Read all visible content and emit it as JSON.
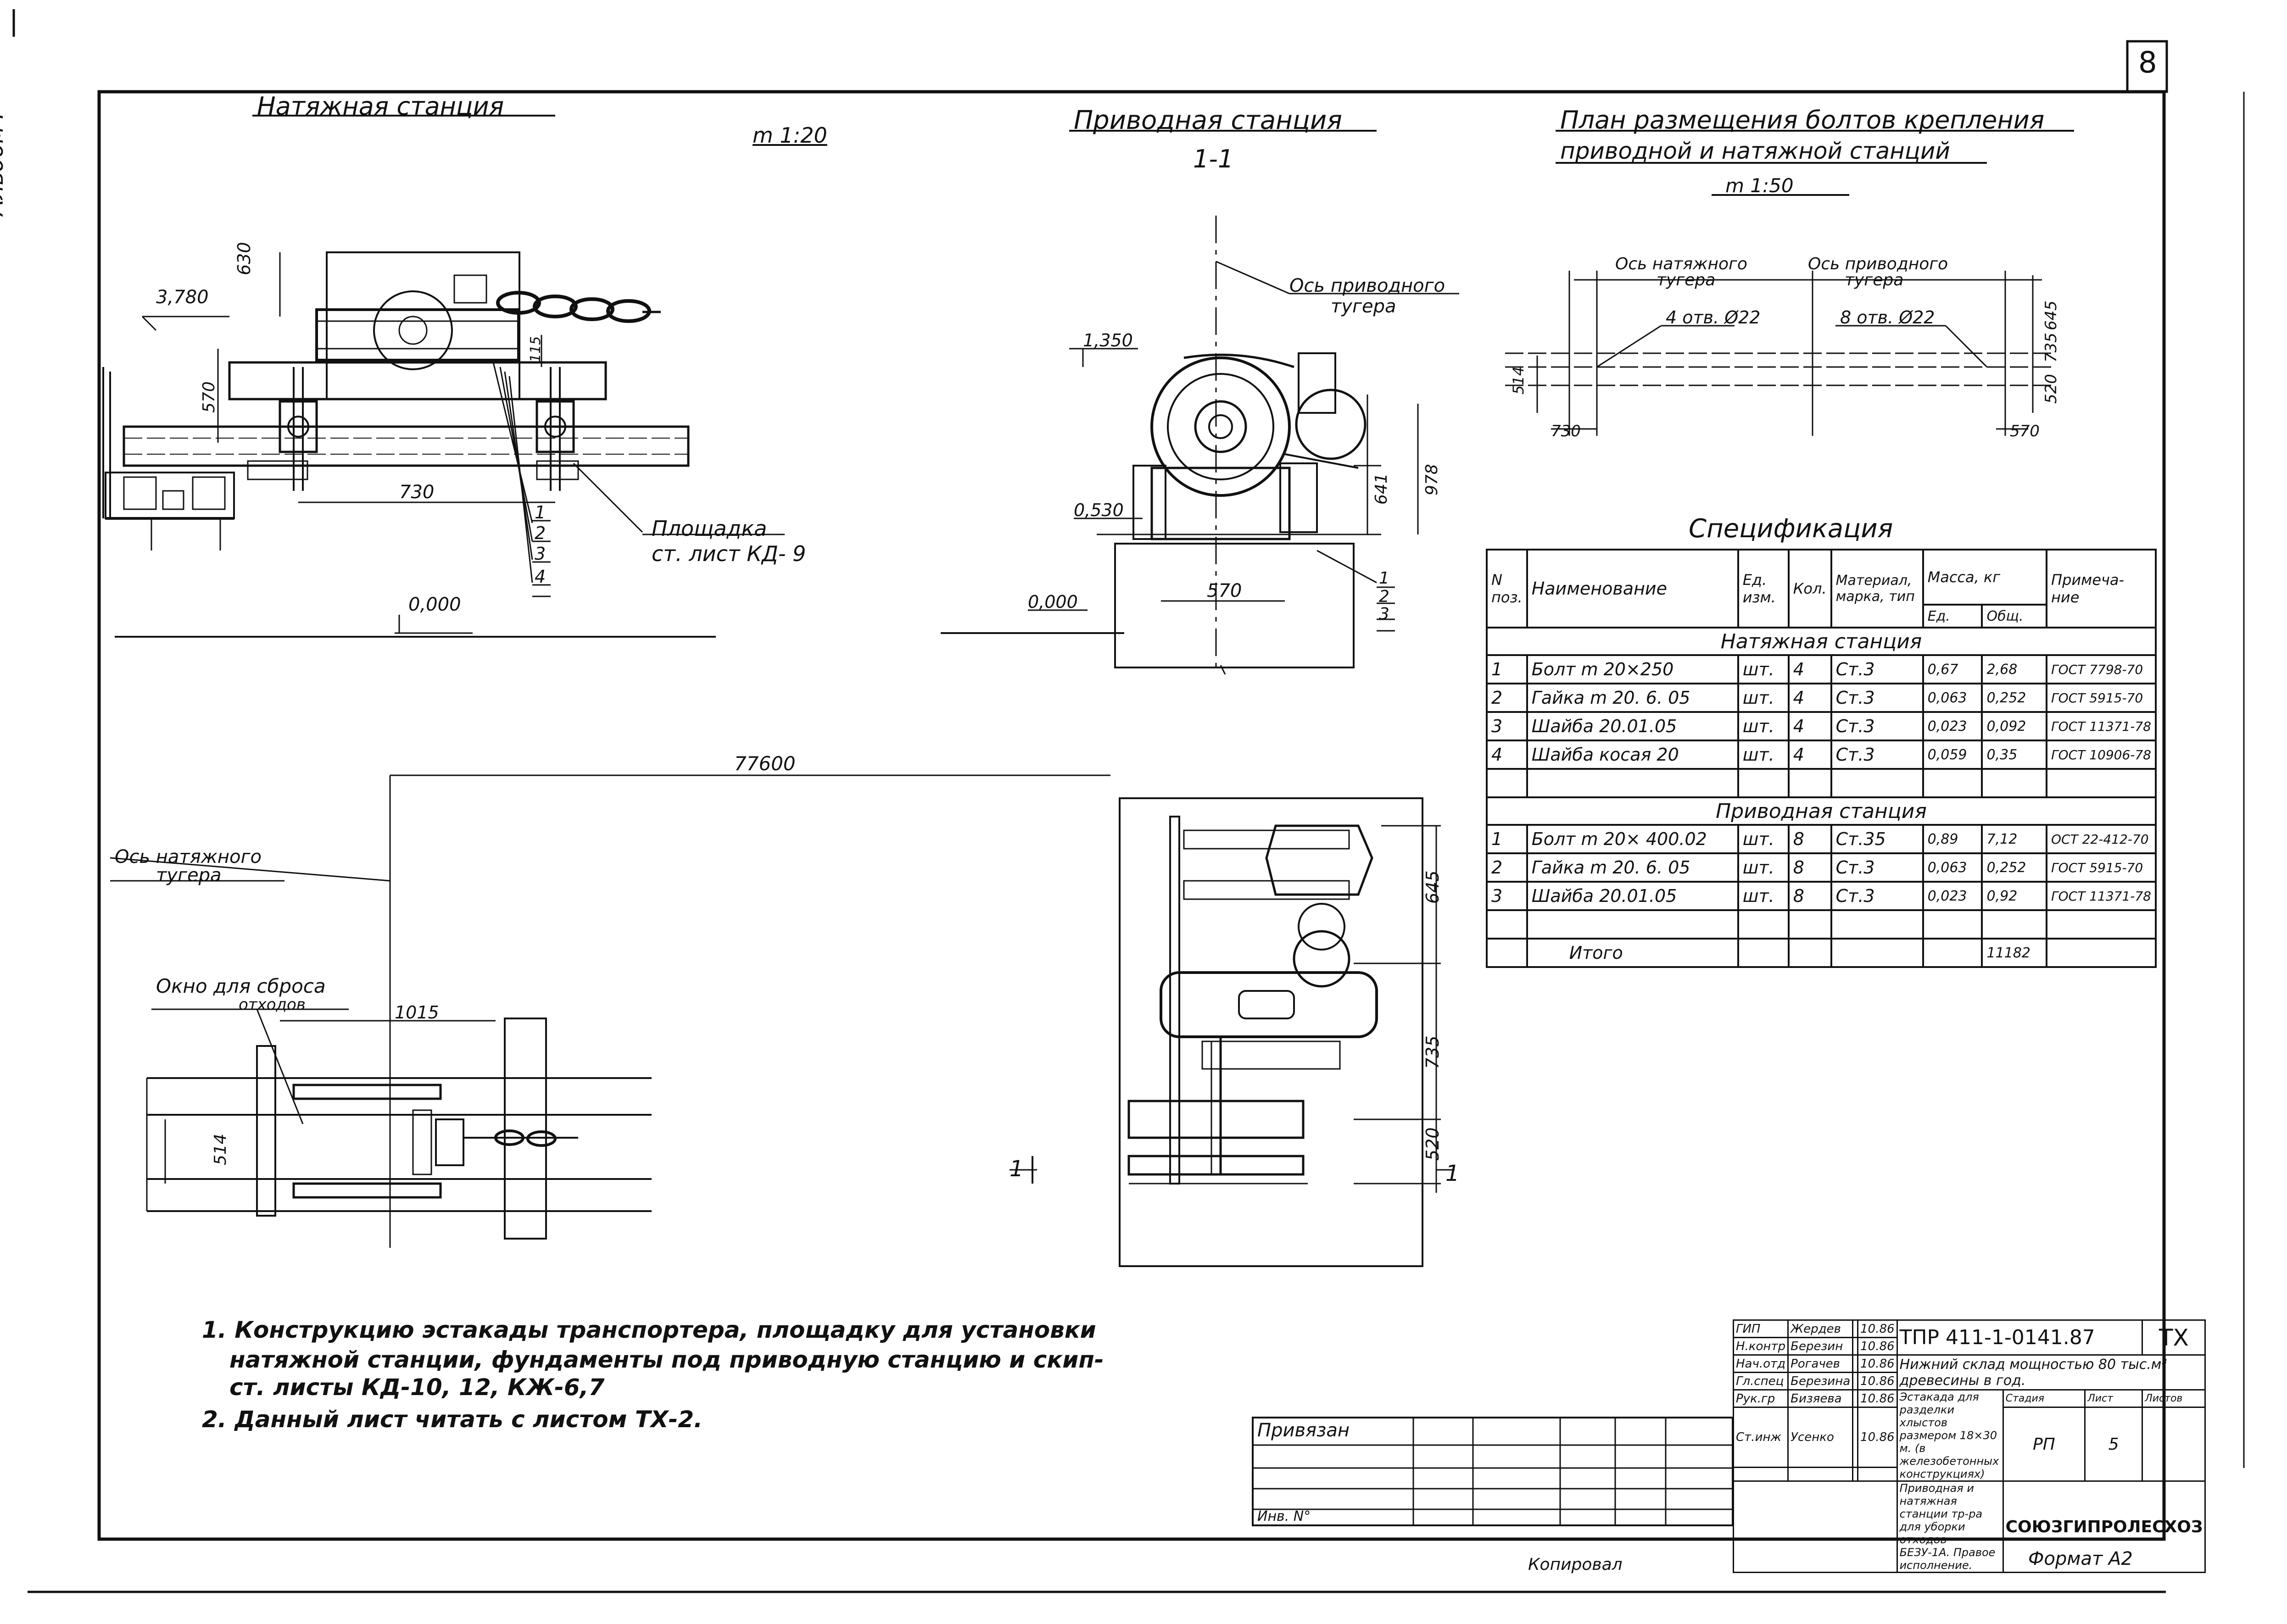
{
  "sheet": {
    "number": "8",
    "album": "Альбом I",
    "format": "Формат А2",
    "copied": "Копировал"
  },
  "tension_station": {
    "title": "Натяжная станция",
    "scale": "m 1:20",
    "dims": {
      "d630": "630",
      "d3780": "3,780",
      "d570": "570",
      "d115": "115",
      "d730": "730",
      "d0000": "0,000"
    },
    "callouts": [
      "1",
      "2",
      "3",
      "4"
    ],
    "platform_label_1": "Площадка",
    "platform_label_2": "ст. лист КД- 9"
  },
  "drive_station": {
    "title": "Приводная станция",
    "section": "1-1",
    "axis_label_1": "Ось приводного",
    "axis_label_2": "тугера",
    "dims": {
      "d1350": "1,350",
      "d0530": "0,530",
      "d0000": "0,000",
      "d570": "570",
      "d641": "641",
      "d978": "978"
    },
    "callouts": [
      "1",
      "2",
      "3"
    ]
  },
  "bolt_plan": {
    "title_1": "План размещения болтов крепления",
    "title_2": "приводной и натяжной станций",
    "scale": "m 1:50",
    "tension_axis_1": "Ось натяжного",
    "tension_axis_2": "тугера",
    "drive_axis_1": "Ось приводного",
    "drive_axis_2": "тугера",
    "holes_tension": "4 отв. Ø22",
    "holes_drive": "8 отв. Ø22",
    "dims": {
      "d645": "645",
      "d735": "735",
      "d520": "520",
      "d514": "514",
      "d730": "730",
      "d570": "570"
    }
  },
  "plan": {
    "dim_77600": "77600",
    "tension_axis_1": "Ось натяжного",
    "tension_axis_2": "тугера",
    "window_1": "Окно для сброса",
    "window_2": "отходов",
    "d1015": "1015",
    "d514": "514",
    "d645": "645",
    "d735": "735",
    "d520": "520",
    "cut_mark": "1"
  },
  "specification": {
    "title": "Спецификация",
    "headers": {
      "pos": "N поз.",
      "name": "Наименование",
      "unit": "Ед. изм.",
      "qty": "Кол.",
      "material": "Материал, марка, тип",
      "mass": "Масса, кг",
      "mass_unit": "Ед.",
      "mass_total": "Общ.",
      "note": "Примеча- ние"
    },
    "section_tension": "Натяжная станция",
    "section_drive": "Приводная станция",
    "rows_tension": [
      {
        "pos": "1",
        "name": "Болт m 20×250",
        "unit": "шт.",
        "qty": "4",
        "material": "Ст.3",
        "mass_unit": "0,67",
        "mass_total": "2,68",
        "note": "ГОСТ 7798-70"
      },
      {
        "pos": "2",
        "name": "Гайка m 20. 6. 05",
        "unit": "шт.",
        "qty": "4",
        "material": "Ст.3",
        "mass_unit": "0,063",
        "mass_total": "0,252",
        "note": "ГОСТ 5915-70"
      },
      {
        "pos": "3",
        "name": "Шайба 20.01.05",
        "unit": "шт.",
        "qty": "4",
        "material": "Ст.3",
        "mass_unit": "0,023",
        "mass_total": "0,092",
        "note": "ГОСТ 11371-78"
      },
      {
        "pos": "4",
        "name": "Шайба косая 20",
        "unit": "шт.",
        "qty": "4",
        "material": "Ст.3",
        "mass_unit": "0,059",
        "mass_total": "0,35",
        "note": "ГОСТ 10906-78"
      }
    ],
    "rows_drive": [
      {
        "pos": "1",
        "name": "Болт m 20× 400.02",
        "unit": "шт.",
        "qty": "8",
        "material": "Ст.35",
        "mass_unit": "0,89",
        "mass_total": "7,12",
        "note": "ОСТ 22-412-70"
      },
      {
        "pos": "2",
        "name": "Гайка m 20. 6. 05",
        "unit": "шт.",
        "qty": "8",
        "material": "Ст.3",
        "mass_unit": "0,063",
        "mass_total": "0,252",
        "note": "ГОСТ 5915-70"
      },
      {
        "pos": "3",
        "name": "Шайба 20.01.05",
        "unit": "шт.",
        "qty": "8",
        "material": "Ст.3",
        "mass_unit": "0,023",
        "mass_total": "0,92",
        "note": "ГОСТ 11371-78"
      }
    ],
    "total_label": "Итого",
    "total_value": "11182"
  },
  "notes": [
    "1. Конструкцию эстакады транспортера, площадку для установки",
    "натяжной станции, фундаменты под приводную станцию и скип-",
    "ст. листы КД-10, 12, КЖ-6,7",
    "2. Данный лист читать с листом ТХ-2."
  ],
  "title_block": {
    "doc_code": "ТПР 411-1-0141.87",
    "mark": "ТХ",
    "roles": [
      "ГИП",
      "Н.контр",
      "Нач.отд",
      "Гл.спец",
      "Рук.гр",
      "Ст.инж"
    ],
    "names": [
      "Жердев",
      "Березин",
      "Рогачев",
      "Березина",
      "Бизяева",
      "Усенко"
    ],
    "dates": [
      "10.86",
      "10.86",
      "10.86",
      "10.86",
      "10.86",
      "10.86"
    ],
    "project": "Нижний склад мощностью 80 тыс.м³ древесины в год.",
    "object": "Эстакада для разделки хлыстов размером 18×30 м. (в железобетонных конструкциях)",
    "sheet_title": "Приводная и натяжная станции тр-ра для уборки отходов БЕЗУ-1А. Правое исполнение.",
    "stage_label": "Стадия",
    "sheet_label": "Лист",
    "sheets_label": "Листов",
    "stage": "РП",
    "sheet_no": "5",
    "org": "СОЮЗГИПРОЛЕСХОЗ",
    "linked": "Привязан",
    "inv_label": "Инв. N°"
  }
}
